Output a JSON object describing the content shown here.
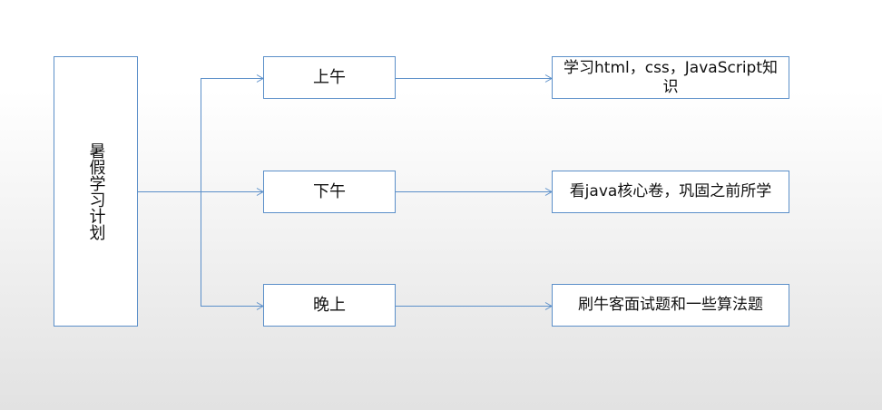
{
  "diagram": {
    "root": {
      "label": "暑假学习计划"
    },
    "branches": [
      {
        "time": "上午",
        "task": "学习html，css，JavaScript知识"
      },
      {
        "time": "下午",
        "task": "看java核心卷，巩固之前所学"
      },
      {
        "time": "晚上",
        "task": "刷牛客面试题和一些算法题"
      }
    ],
    "colors": {
      "border": "#5b8fc9",
      "connector": "#5b8fc9",
      "node_fill": "#ffffff",
      "text": "#111111"
    }
  }
}
